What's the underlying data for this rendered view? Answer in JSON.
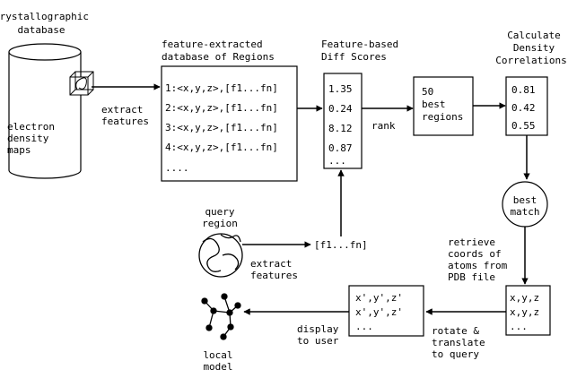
{
  "database": {
    "title_lines": [
      "crystallographic",
      "database"
    ],
    "contents_lines": [
      "electron",
      "density",
      "maps"
    ]
  },
  "extract_features_lines": [
    "extract",
    "features"
  ],
  "regions_db": {
    "title_lines": [
      "feature-extracted",
      "database of Regions"
    ],
    "rows": [
      "1:<x,y,z>,[f1...fn]",
      "2:<x,y,z>,[f1...fn]",
      "3:<x,y,z>,[f1...fn]",
      "4:<x,y,z>,[f1...fn]",
      "...."
    ]
  },
  "diff_scores": {
    "title_lines": [
      "Feature-based",
      "Diff Scores"
    ],
    "values": [
      "1.35",
      "0.24",
      "8.12",
      "0.87",
      "..."
    ]
  },
  "rank_label": "rank",
  "best_regions_lines": [
    "50",
    "best",
    "regions"
  ],
  "density_correlations": {
    "title_lines": [
      "Calculate",
      "Density",
      "Correlations"
    ],
    "values": [
      "0.81",
      "0.42",
      "0.55"
    ]
  },
  "best_match_lines": [
    "best",
    "match"
  ],
  "query": {
    "label_lines": [
      "query",
      "region"
    ],
    "extract_lines": [
      "extract",
      "features"
    ],
    "feature_vector": "[f1...fn]"
  },
  "retrieve_lines": [
    "retrieve",
    "coords of",
    "atoms from",
    "PDB file"
  ],
  "coords_box": {
    "rows": [
      "x,y,z",
      "x,y,z",
      "..."
    ]
  },
  "rotate_lines": [
    "rotate &",
    "translate",
    "to query"
  ],
  "transformed_box": {
    "rows": [
      "x',y',z'",
      "x',y',z'",
      "..."
    ]
  },
  "display_lines": [
    "display",
    "to user"
  ],
  "local_model_lines": [
    "local",
    "model"
  ]
}
